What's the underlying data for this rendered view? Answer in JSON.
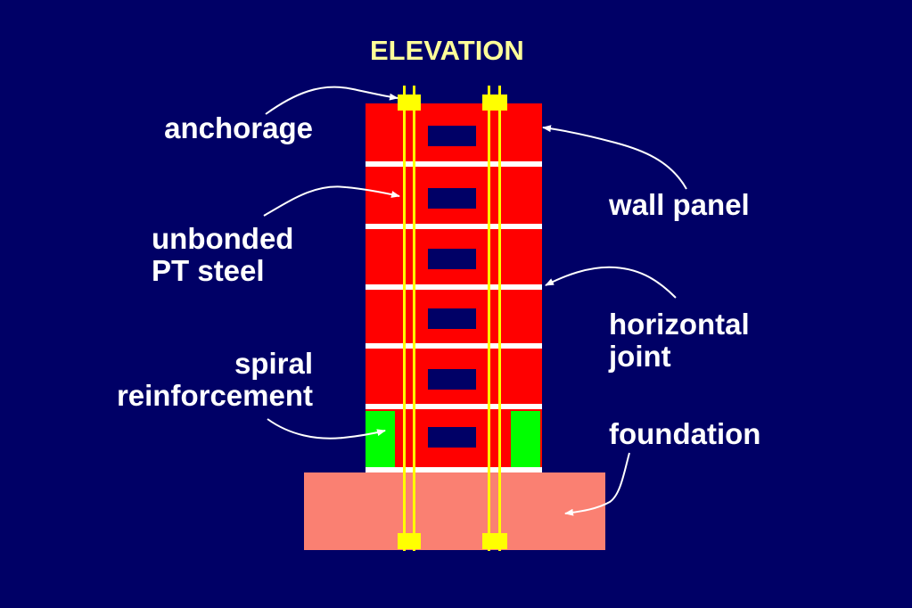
{
  "title": "ELEVATION",
  "labels": {
    "anchorage": "anchorage",
    "unbonded_line1": "unbonded",
    "unbonded_line2": "PT steel",
    "spiral_line1": "spiral",
    "spiral_line2": "reinforcement",
    "wall_panel": "wall panel",
    "horizontal_line1": "horizontal",
    "horizontal_line2": "joint",
    "foundation": "foundation"
  },
  "colors": {
    "background": "#000066",
    "wall_panel": "#ff0000",
    "joint": "#ffffff",
    "opening": "#000066",
    "foundation": "#fa8072",
    "spiral_reinforcement": "#00ff00",
    "pt_steel": "#ffff00",
    "title": "#ffff99",
    "text": "#ffffff"
  }
}
